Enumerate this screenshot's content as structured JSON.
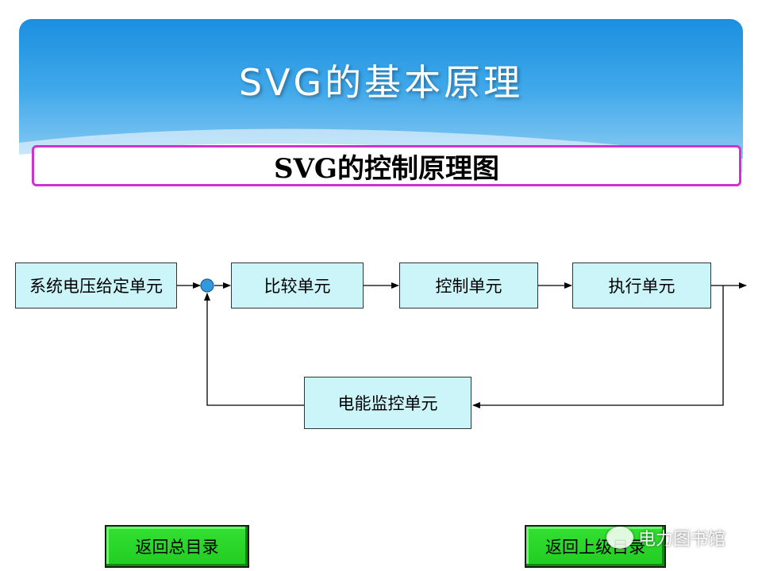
{
  "slide": {
    "title": "SVG的基本原理",
    "subtitle": "SVG的控制原理图"
  },
  "diagram": {
    "blocks": {
      "reference": "系统电压给定单元",
      "compare": "比较单元",
      "control": "控制单元",
      "execute": "执行单元",
      "monitor": "电能监控单元"
    }
  },
  "nav": {
    "back_to_contents": "返回总目录",
    "back_to_parent": "返回上级目录"
  },
  "watermark": {
    "text": "电力图书馆",
    "icon": "wechat-icon"
  },
  "colors": {
    "header_blue": "#1b8fe0",
    "subtitle_border": "#cc33cc",
    "block_fill": "#ccf5fa",
    "summing_node": "#3399dd",
    "button_green": "#22cc22"
  }
}
